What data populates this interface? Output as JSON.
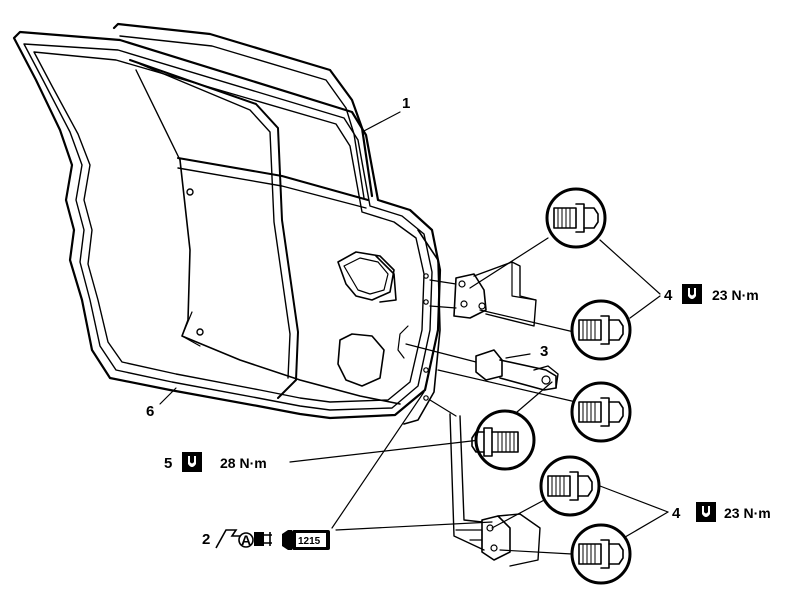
{
  "callouts": {
    "c1": "1",
    "c2": "2",
    "c3": "3",
    "c4a": "4",
    "c4b": "4",
    "c5": "5",
    "c6": "6"
  },
  "torques": {
    "upper_hinge": "23 N·m",
    "lower_hinge": "23 N·m",
    "check_link": "28 N·m"
  },
  "adhesive": {
    "symbol_letter": "A",
    "product_code": "1215"
  },
  "icons": {
    "torque_wrench": "torque-wrench-icon",
    "grease_gun": "grease-gun-icon",
    "sealant_tube": "sealant-tube-icon",
    "bolt": "flange-bolt-icon"
  }
}
